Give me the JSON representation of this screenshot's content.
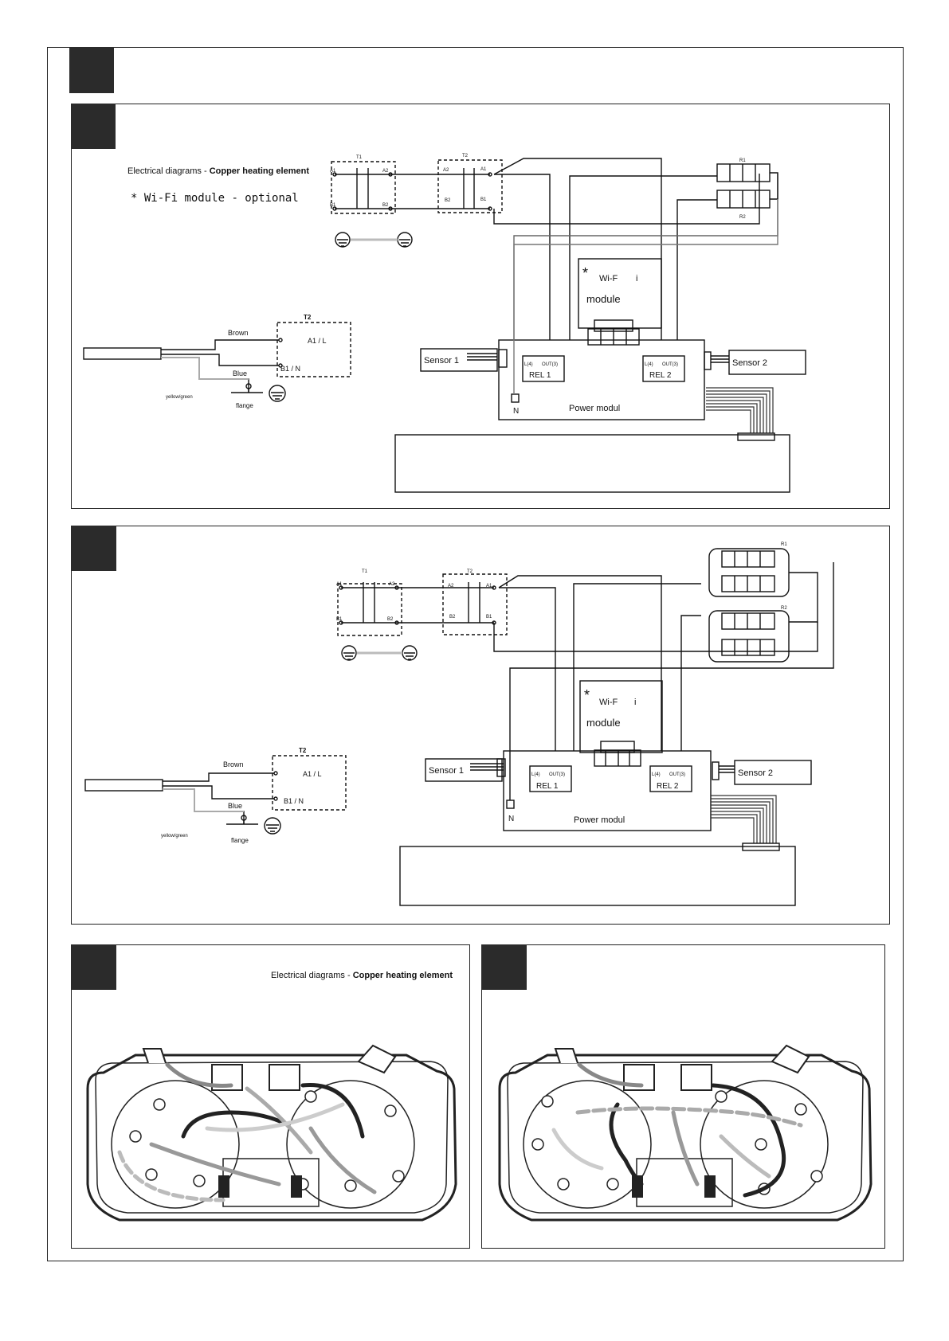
{
  "header": {
    "diagram_title_prefix": "Electrical diagrams -",
    "diagram_title_bold": "Copper heating element",
    "wifi_note_star": "*",
    "wifi_note_text": "Wi-Fi module - optional"
  },
  "diagram_labels": {
    "t1": "T1",
    "t2": "T2",
    "a1": "A1",
    "a2": "A2",
    "b1": "B1",
    "b2": "B2",
    "r1": "R1",
    "r2": "R2",
    "wifi_star": "*",
    "wifi_line1_a": "Wi-F",
    "wifi_line1_b": "i",
    "wifi_line2": "module",
    "sensor1": "Sensor 1",
    "sensor2": "Sensor 2",
    "l4": "L(4)",
    "out3": "OUT(3)",
    "rel1": "REL 1",
    "rel2": "REL 2",
    "n": "N",
    "power_modul": "Power modul",
    "brown": "Brown",
    "blue": "Blue",
    "a1l": "A1 / L",
    "b1n": "B1 / N",
    "yellow_green": "yellow/green",
    "flange": "flange"
  },
  "photo_section": {
    "title_prefix": "Electrical diagrams -",
    "title_bold": "Copper heating element"
  }
}
